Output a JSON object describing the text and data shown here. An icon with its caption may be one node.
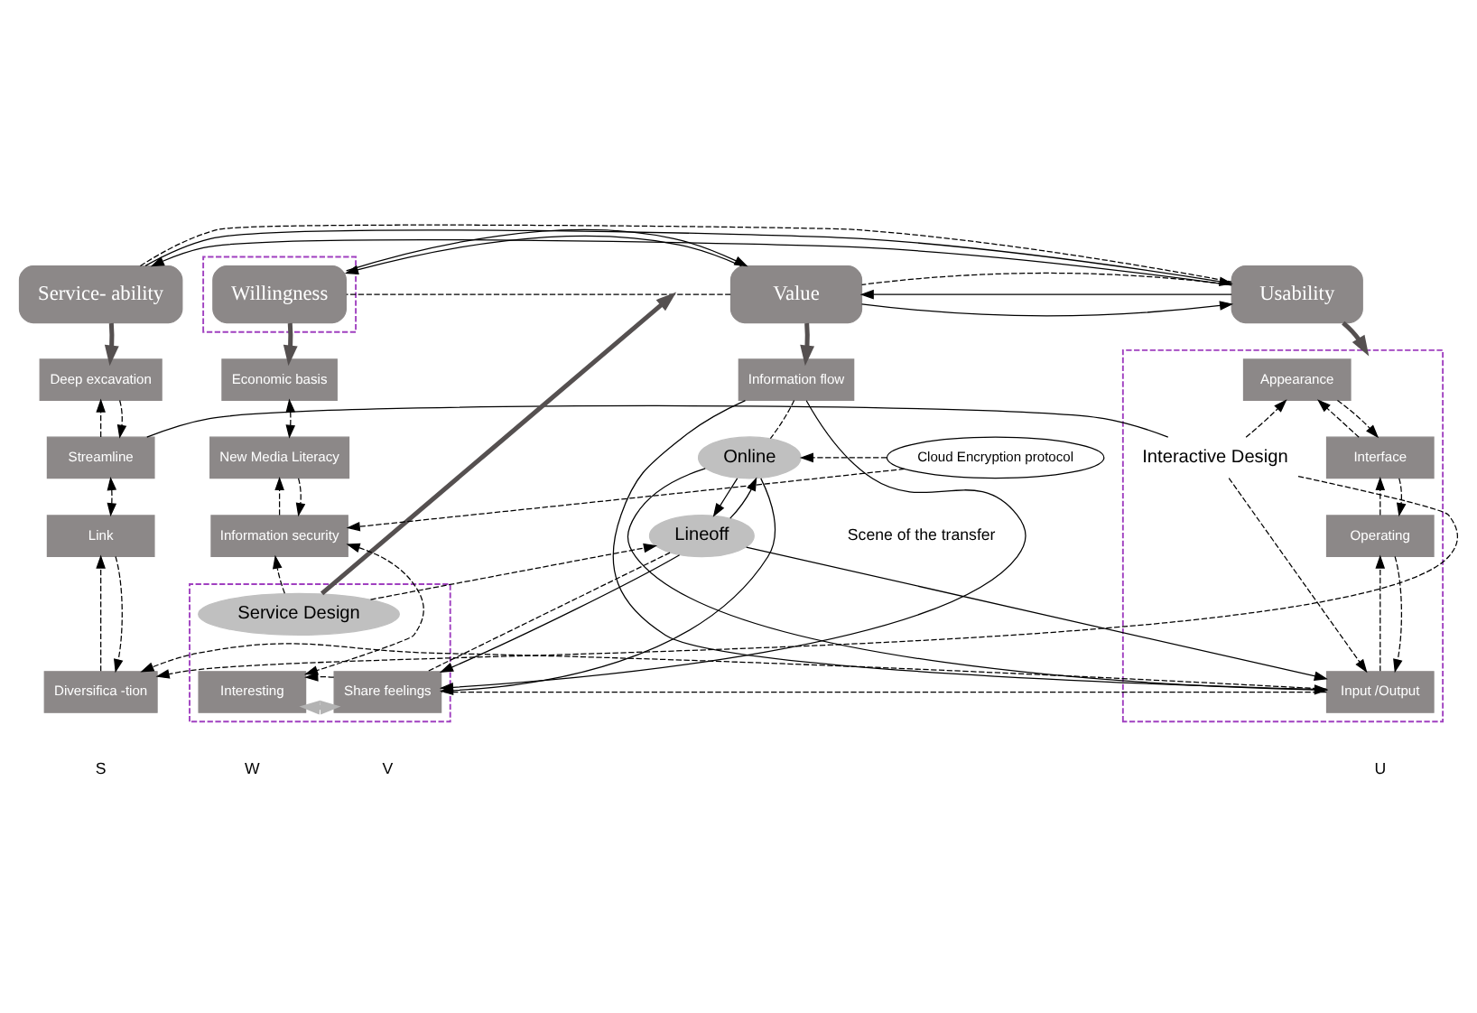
{
  "diagram": {
    "nodes": [
      {
        "text": [
          "Service- ability"
        ]
      },
      {
        "text": [
          "Usability"
        ]
      },
      {
        "text": [
          "Value"
        ]
      },
      {
        "text": [],
        "shape": "box"
      },
      {
        "text": [
          "Willingness"
        ],
        "in": 3
      },
      {
        "text": [
          "Deep excavation"
        ]
      },
      {
        "text": [
          "Streamline"
        ]
      },
      {
        "text": [
          "Link"
        ]
      },
      {
        "text": [
          "Diversifica -tion"
        ]
      },
      {
        "text": [],
        "shape": "box"
      },
      {
        "text": [
          "Interactive Design"
        ],
        "in": 9
      },
      {
        "text": [
          "Appearance"
        ],
        "in": 9
      },
      {
        "text": [
          "Interface"
        ],
        "in": 9
      },
      {
        "text": [
          "Operating"
        ],
        "in": 9
      },
      {
        "text": [
          "Input /Output"
        ],
        "in": 9
      },
      {
        "text": [
          "Information flow"
        ]
      },
      {
        "text": [
          "Online"
        ]
      },
      {
        "text": [
          "Lineoff"
        ]
      },
      {
        "text": [],
        "shape": "box"
      },
      {
        "text": [
          "Service Design"
        ],
        "in": 18
      },
      {
        "text": [
          "Share feelings"
        ],
        "in": 18
      },
      {
        "text": [
          "Interesting"
        ],
        "in": 18
      },
      {
        "text": [
          "Economic basis"
        ]
      },
      {
        "text": [
          "New Media Literacy"
        ]
      },
      {
        "text": [
          "Information security"
        ]
      },
      {
        "text": [
          "Cloud Encryption protocol"
        ]
      }
    ],
    "edges": [
      {
        "from": 1,
        "to": 0,
        "arrow": "to"
      },
      {
        "from": 0,
        "to": 1,
        "arrow": "to"
      },
      {
        "from": 2,
        "to": 1,
        "arrow": "to"
      },
      {
        "from": 1,
        "to": 2,
        "arrow": "to"
      },
      {
        "from": 4,
        "to": 2,
        "arrow": "to"
      },
      {
        "from": 2,
        "to": 4,
        "arrow": "to"
      },
      {
        "from": 0,
        "to": 1,
        "arrow": "none",
        "style": "dashed"
      },
      {
        "from": 1,
        "to": 2,
        "arrow": "none",
        "style": "dashed"
      },
      {
        "from": 2,
        "to": 4,
        "arrow": "none",
        "style": "dashed"
      },
      {
        "from": 0,
        "to": 5,
        "arrow": "to",
        "style": "thick",
        "color": "#555050"
      },
      {
        "from": 1,
        "to": 9,
        "arrow": "to",
        "style": "thick",
        "color": "#555050"
      },
      {
        "from": 2,
        "to": 15,
        "arrow": "to",
        "style": "thick",
        "color": "#555050"
      },
      {
        "from": 4,
        "to": 22,
        "arrow": "to",
        "style": "thick",
        "color": "#555050"
      },
      {
        "from": 6,
        "to": 5,
        "arrow": "to",
        "style": "dashed"
      },
      {
        "from": 5,
        "to": 6,
        "arrow": "to",
        "style": "dashed"
      },
      {
        "from": 6,
        "to": 7,
        "arrow": "both",
        "style": "dashed"
      },
      {
        "from": 8,
        "to": 7,
        "arrow": "to",
        "style": "dashed"
      },
      {
        "from": 7,
        "to": 8,
        "arrow": "to",
        "style": "dashed"
      },
      {
        "from": 6,
        "to": 10,
        "arrow": "none"
      },
      {
        "from": 10,
        "to": 11,
        "arrow": "to",
        "style": "dashed"
      },
      {
        "from": 10,
        "to": 14,
        "arrow": "to",
        "style": "dashed"
      },
      {
        "from": 10,
        "to": 8,
        "arrow": "to",
        "style": "dashed"
      },
      {
        "from": 12,
        "to": 11,
        "arrow": "to",
        "style": "dashed"
      },
      {
        "from": 11,
        "to": 12,
        "arrow": "to",
        "style": "dashed"
      },
      {
        "from": 13,
        "to": 12,
        "arrow": "to",
        "style": "dashed"
      },
      {
        "from": 12,
        "to": 13,
        "arrow": "to",
        "style": "dashed"
      },
      {
        "from": 14,
        "to": 13,
        "arrow": "to",
        "style": "dashed"
      },
      {
        "from": 13,
        "to": 14,
        "arrow": "to",
        "style": "dashed"
      },
      {
        "from": 15,
        "to": 16,
        "arrow": "none",
        "style": "dashed"
      },
      {
        "from": 16,
        "to": 17,
        "arrow": "to"
      },
      {
        "from": 17,
        "to": 16,
        "arrow": "to"
      },
      {
        "from": 17,
        "to": 20,
        "arrow": "none",
        "style": "dashed"
      },
      {
        "from": 15,
        "to": 14,
        "arrow": "to"
      },
      {
        "from": 16,
        "to": 14,
        "arrow": "to"
      },
      {
        "from": 17,
        "to": 14,
        "arrow": "to"
      },
      {
        "from": 15,
        "to": 20,
        "arrow": "to"
      },
      {
        "from": 16,
        "to": 20,
        "arrow": "to"
      },
      {
        "from": 17,
        "to": 20,
        "arrow": "to"
      },
      {
        "from": 25,
        "to": 16,
        "arrow": "to",
        "style": "dashed"
      },
      {
        "from": 25,
        "to": 24,
        "arrow": "to",
        "style": "dashed"
      },
      {
        "from": 19,
        "to": 17,
        "arrow": "to",
        "style": "dashed"
      },
      {
        "from": 19,
        "to": 24,
        "arrow": "to",
        "style": "dashed"
      },
      {
        "from": 19,
        "to": null,
        "arrow": "to",
        "style": "thick",
        "color": "#555050"
      },
      {
        "from": 20,
        "to": 21,
        "arrow": "both",
        "style": "thick",
        "color": "#b3b3b3"
      },
      {
        "from": 22,
        "to": 23,
        "arrow": "both",
        "style": "dashed"
      },
      {
        "from": 24,
        "to": 23,
        "arrow": "to",
        "style": "dashed"
      },
      {
        "from": 23,
        "to": 24,
        "arrow": "to",
        "style": "dashed"
      },
      {
        "from": 24,
        "to": 21,
        "arrow": "both",
        "style": "dashed"
      },
      {
        "from": 14,
        "to": 8,
        "arrow": "to",
        "style": "dashed"
      },
      {
        "from": 14,
        "to": 20,
        "arrow": "none",
        "style": "dashed"
      },
      {
        "from": 20,
        "to": 21,
        "arrow": "to",
        "style": "dashed"
      }
    ],
    "labels": [
      "Scene of the transfer",
      "S",
      "U",
      "V",
      "W"
    ]
  }
}
